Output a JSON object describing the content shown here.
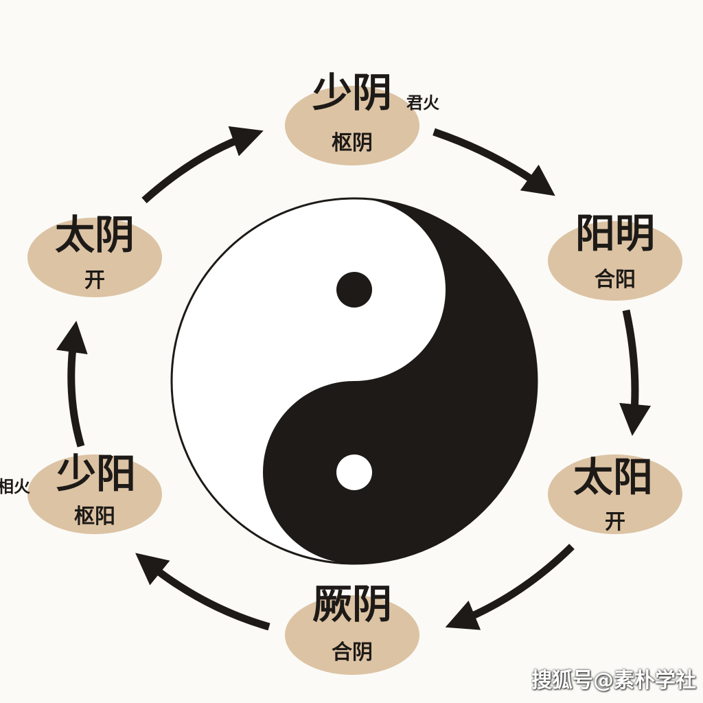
{
  "diagram": {
    "nodes": [
      {
        "id": "shaoyin-jun",
        "name": "少阴",
        "sub": "枢阴",
        "note": "君火"
      },
      {
        "id": "yangming",
        "name": "阳明",
        "sub": "合阳",
        "note": ""
      },
      {
        "id": "taiyang",
        "name": "太阳",
        "sub": "开",
        "note": ""
      },
      {
        "id": "jueyin",
        "name": "厥阴",
        "sub": "合阴",
        "note": ""
      },
      {
        "id": "shaoyang",
        "name": "少阳",
        "sub": "枢阳",
        "note": "相火"
      },
      {
        "id": "taiyin",
        "name": "太阴",
        "sub": "开",
        "note": ""
      }
    ],
    "flow_direction": "clockwise",
    "center_symbol": "yin-yang-icon",
    "colors": {
      "ellipse": "#dcc3a4",
      "ink": "#1d1a17",
      "background": "#fbfaf6"
    }
  },
  "watermark": "搜狐号@素朴学社"
}
